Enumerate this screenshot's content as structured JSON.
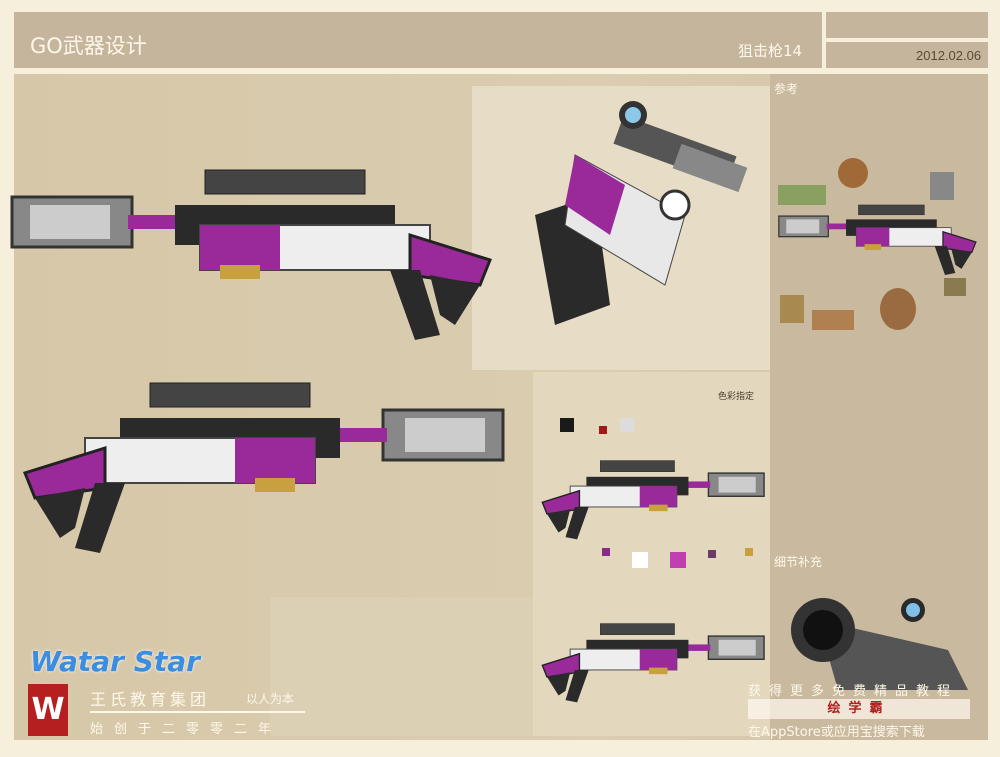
{
  "header": {
    "title": "GO武器设计",
    "subtitle": "狙击枪14",
    "date": "2012.02.06"
  },
  "reference": {
    "label": "参考"
  },
  "color_spec": {
    "label": "色彩指定",
    "swatches": [
      "#1a1a1a",
      "#a01818",
      "#dcdcdc",
      "#8a2a8a",
      "#ffffff",
      "#c040b0",
      "#6a3a6a",
      "#c8a040"
    ]
  },
  "detail": {
    "label": "细节补充"
  },
  "footer": {
    "logo_text": "Watar Star",
    "logo_letter": "W",
    "org": "王氏教育集团",
    "motto": "以人为本",
    "founded": "始创于二零零二年",
    "promo_line1": "获得更多免费精品教程",
    "promo_brand": "绘学霸",
    "promo_line2": "在AppStore或应用宝搜索下载"
  },
  "colors": {
    "purple": "#9a2a9a",
    "steel": "#9a9a9a",
    "dark": "#2a2a2a",
    "white": "#eeeeee"
  }
}
